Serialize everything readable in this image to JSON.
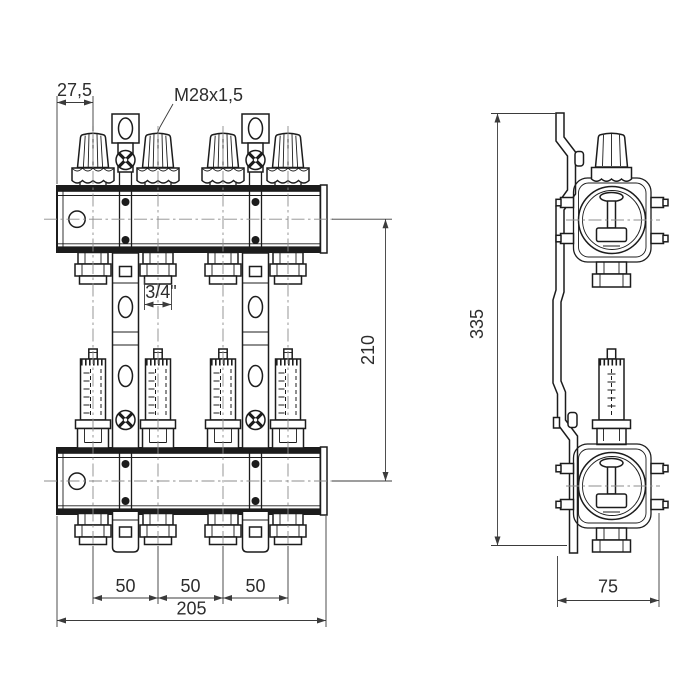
{
  "drawing": {
    "colors": {
      "background": "#ffffff",
      "line": "#1c1c1c",
      "dimension": "#3b3b3b",
      "centerline": "#8c8c8c",
      "text": "#2d2d2d"
    },
    "dimensions": {
      "left_offset": "27,5",
      "valve_thread": "M28x1,5",
      "outlet_thread": "3/4\"",
      "axis_distance": "210",
      "outlet_spacing_1": "50",
      "outlet_spacing_2": "50",
      "outlet_spacing_3": "50",
      "overall_width": "205",
      "overall_height": "335",
      "overall_depth": "75"
    }
  }
}
